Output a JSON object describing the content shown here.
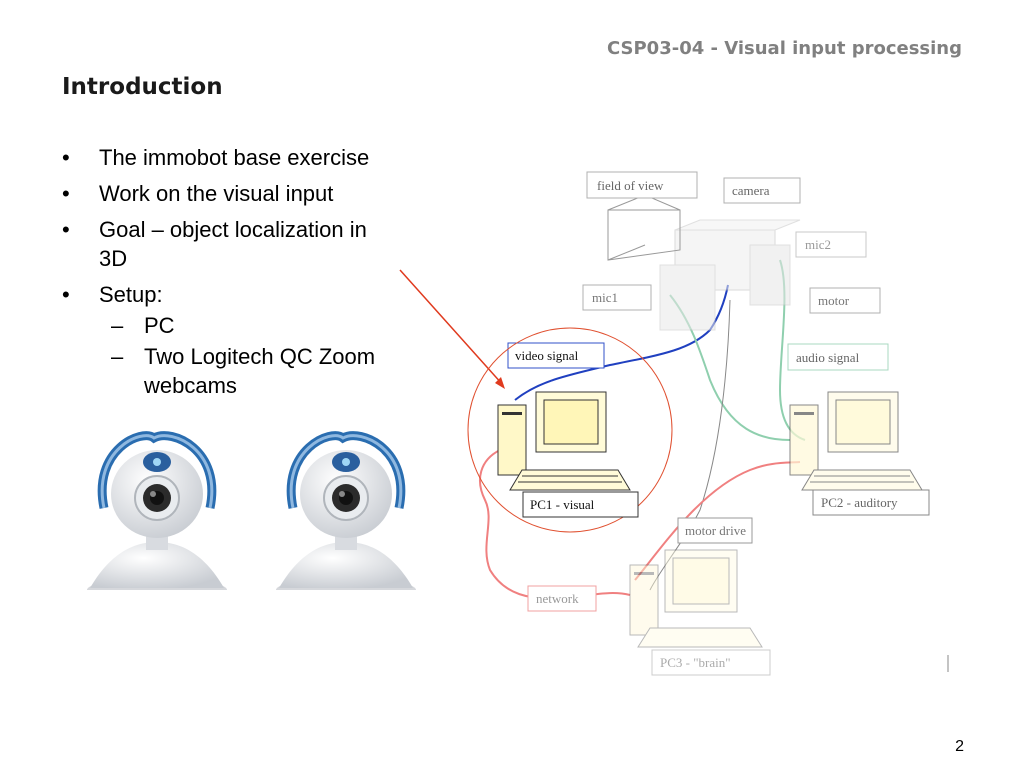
{
  "header": "CSP03-04 - Visual input processing",
  "title": "Introduction",
  "bullets": [
    "The immobot base exercise",
    "Work on the visual input",
    "Goal – object localization in 3D",
    "Setup:"
  ],
  "sub_bullets": [
    "PC",
    "Two Logitech QC Zoom webcams"
  ],
  "diagram_labels": {
    "field_of_view": "field of view",
    "camera": "camera",
    "mic2": "mic2",
    "mic1": "mic1",
    "motor": "motor",
    "video_signal": "video signal",
    "audio_signal": "audio signal",
    "pc1": "PC1 - visual",
    "pc2": "PC2 - auditory",
    "motor_drive": "motor drive",
    "network": "network",
    "pc3": "PC3 - \"brain\""
  },
  "page_number": "2"
}
